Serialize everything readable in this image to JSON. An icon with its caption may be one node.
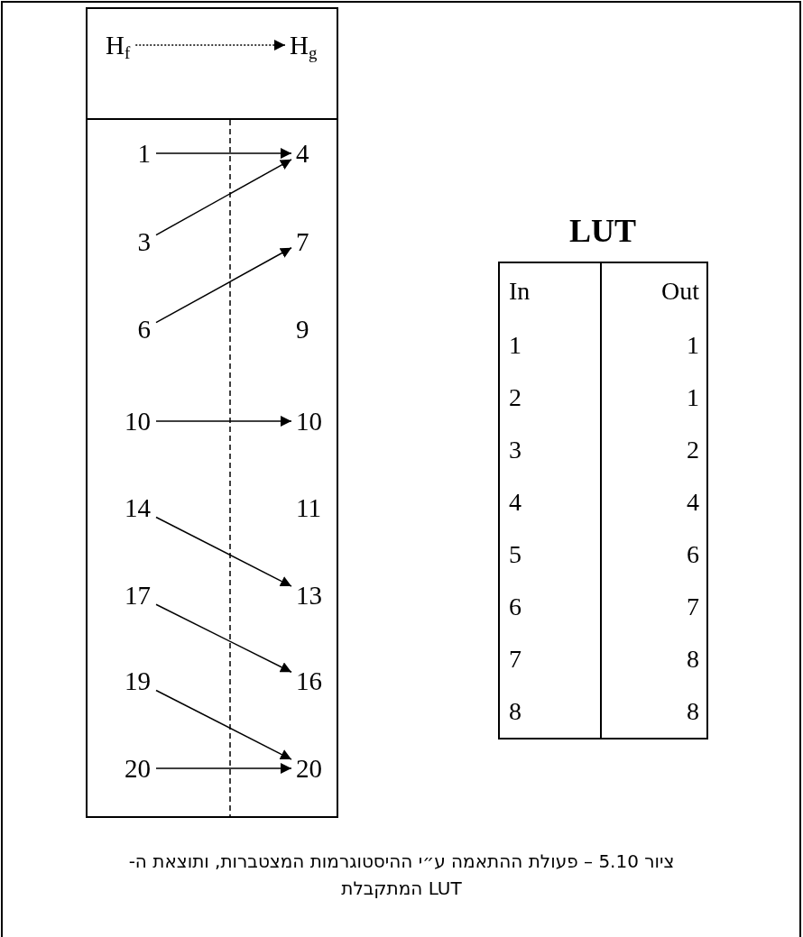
{
  "diagram": {
    "caption": "ציור 5.10 – פעולת ההתאמה ע״י ההיסטוגרמות המצטברות, ותוצאת ה-LUT המתקבלת",
    "nodes": [
      {
        "text": [],
        "shape": "box"
      },
      {
        "text": [
          "H$_{f}$"
        ],
        "in": 0
      },
      {
        "text": [
          "H$_{g}$"
        ],
        "in": 0
      },
      {
        "text": [
          "1"
        ],
        "in": 0
      },
      {
        "text": [
          "4"
        ],
        "in": 0
      },
      {
        "text": [
          "3"
        ],
        "in": 0
      },
      {
        "text": [
          "7"
        ],
        "in": 0
      },
      {
        "text": [
          "6"
        ],
        "in": 0
      },
      {
        "text": [
          "9"
        ],
        "in": 0
      },
      {
        "text": [
          "10"
        ],
        "in": 0
      },
      {
        "text": [
          "10"
        ],
        "in": 0
      },
      {
        "text": [
          "14"
        ],
        "in": 0
      },
      {
        "text": [
          "11"
        ],
        "in": 0
      },
      {
        "text": [
          "17"
        ],
        "in": 0
      },
      {
        "text": [
          "13"
        ],
        "in": 0
      },
      {
        "text": [
          "19"
        ],
        "in": 0
      },
      {
        "text": [
          "16"
        ],
        "in": 0
      },
      {
        "text": [
          "20"
        ],
        "in": 0
      },
      {
        "text": [
          "20"
        ],
        "in": 0
      }
    ],
    "edges": [
      {
        "from": 1,
        "to": 2,
        "arrow": "to",
        "style": "dashed"
      },
      {
        "from": 3,
        "to": 4,
        "arrow": "to"
      },
      {
        "from": 5,
        "to": 4,
        "arrow": "to"
      },
      {
        "from": 7,
        "to": 6,
        "arrow": "to"
      },
      {
        "from": 9,
        "to": 10,
        "arrow": "to"
      },
      {
        "from": 11,
        "to": 14,
        "arrow": "to"
      },
      {
        "from": 13,
        "to": 16,
        "arrow": "to"
      },
      {
        "from": 15,
        "to": 18,
        "arrow": "to"
      },
      {
        "from": 17,
        "to": 18,
        "arrow": "to"
      }
    ],
    "labels": [
      "LUT",
      "In",
      "Out",
      "1",
      "1",
      "2",
      "1",
      "3",
      "2",
      "4",
      "4",
      "5",
      "6",
      "6",
      "7",
      "7",
      "8",
      "8",
      "8"
    ]
  }
}
